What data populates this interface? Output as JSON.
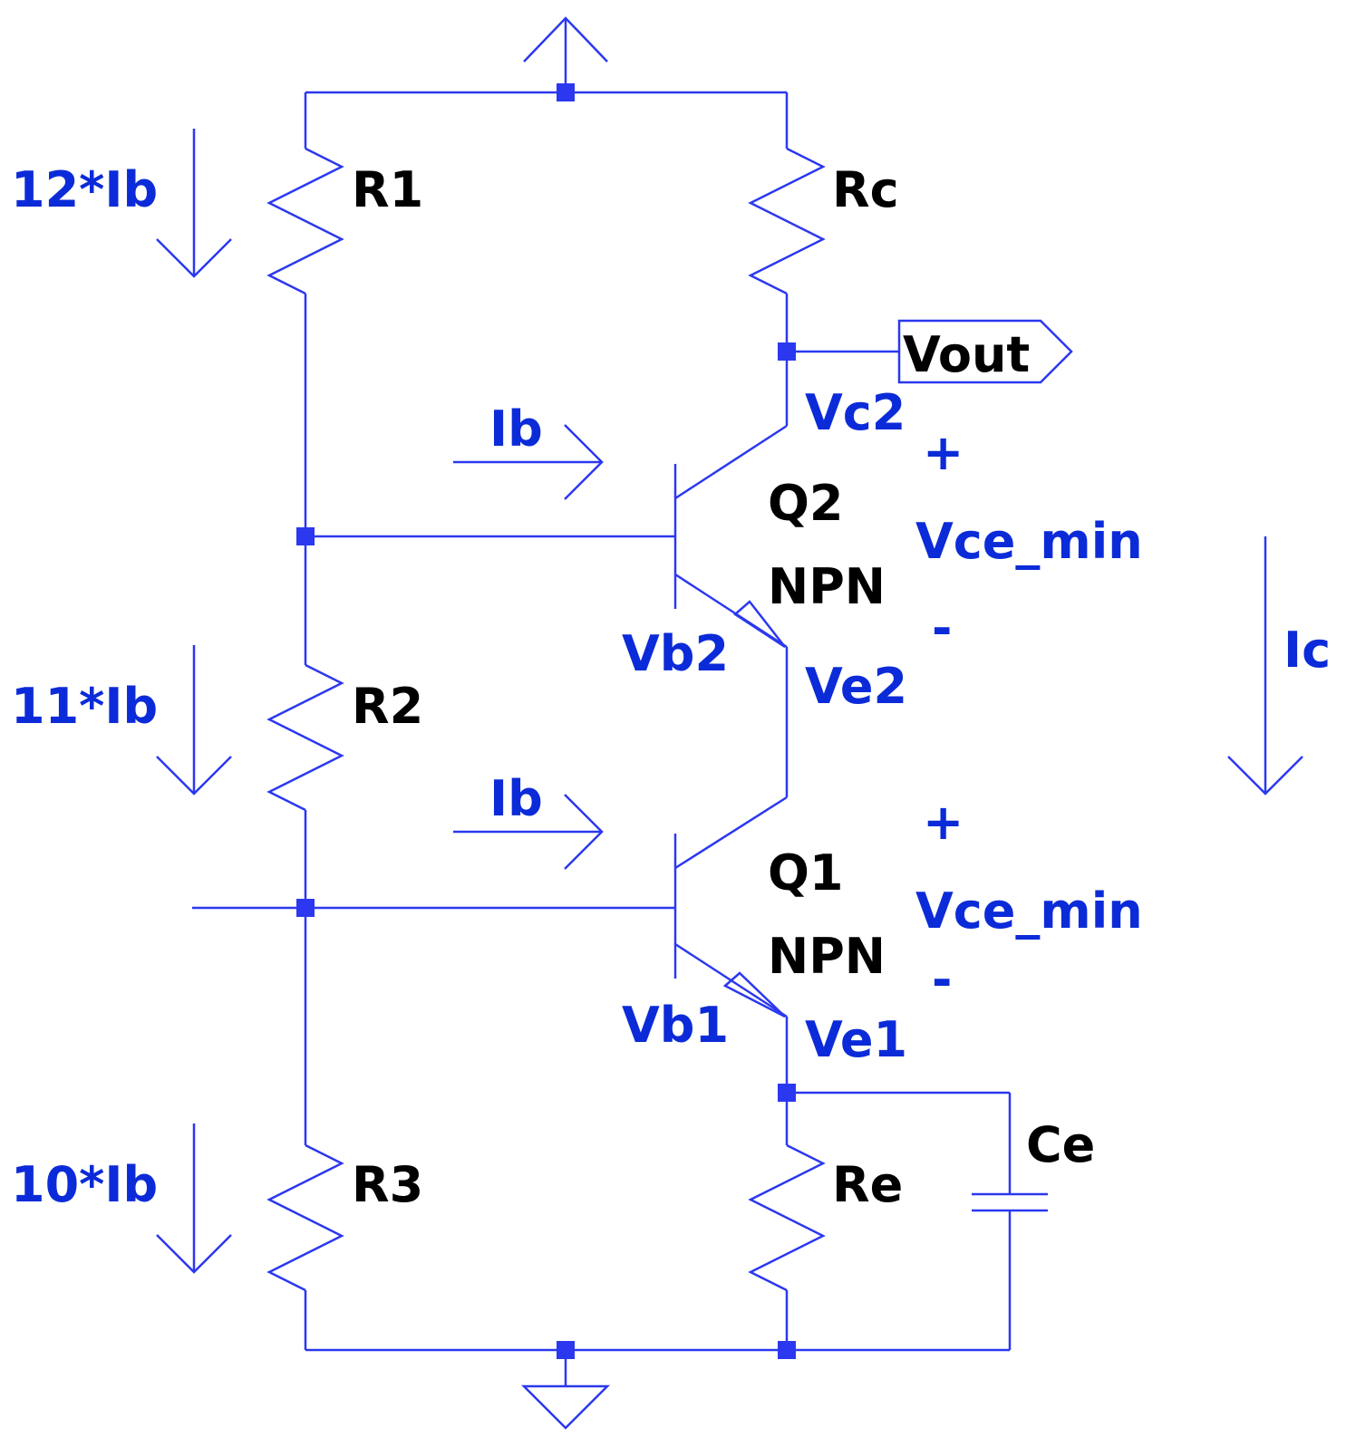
{
  "colors": {
    "wire": "#2b38f0",
    "label_blue": "#0c2bd8",
    "label_black": "#000000",
    "background": "#ffffff"
  },
  "components": {
    "r1": "R1",
    "rc": "Rc",
    "r2": "R2",
    "r3": "R3",
    "re": "Re",
    "ce": "Ce",
    "q2": "Q2",
    "q2_type": "NPN",
    "q1": "Q1",
    "q1_type": "NPN",
    "out_port": "Vout"
  },
  "annotations": {
    "i_r1": "12*Ib",
    "i_r2": "11*Ib",
    "i_r3": "10*Ib",
    "ib_q2": "Ib",
    "ib_q1": "Ib",
    "ic": "Ic",
    "vc2": "Vc2",
    "vb2": "Vb2",
    "ve2": "Ve2",
    "vb1": "Vb1",
    "ve1": "Ve1",
    "vce_q2": "Vce_min",
    "vce_q1": "Vce_min",
    "plus_q2": "+",
    "minus_q2": "-",
    "plus_q1": "+",
    "minus_q1": "-"
  },
  "icons": [
    "vcc-arrow-icon",
    "ground-icon",
    "resistor-icon",
    "npn-transistor-icon",
    "capacitor-icon",
    "output-port-icon",
    "current-arrow-icon"
  ]
}
